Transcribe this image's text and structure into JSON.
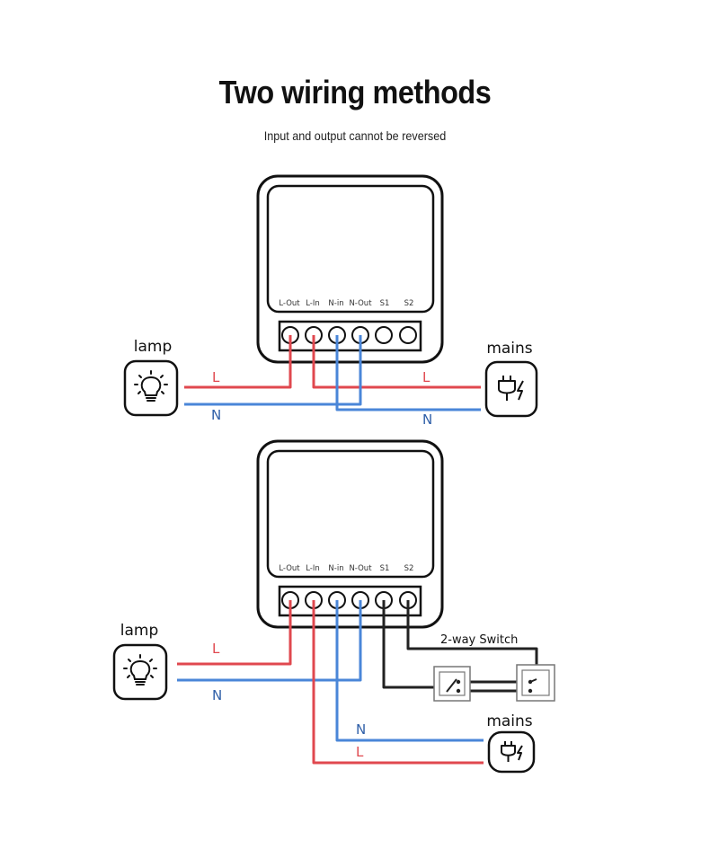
{
  "title": "Two wiring methods",
  "subtitle": "Input and output cannot be reversed",
  "terminals": [
    "L-Out",
    "L-In",
    "N-in",
    "N-Out",
    "S1",
    "S2"
  ],
  "diagram1": {
    "lamp_label": "lamp",
    "mains_label": "mains",
    "lamp_L": "L",
    "lamp_N": "N",
    "mains_L": "L",
    "mains_N": "N"
  },
  "diagram2": {
    "lamp_label": "lamp",
    "mains_label": "mains",
    "switch_label": "2-way Switch",
    "lamp_L": "L",
    "lamp_N": "N",
    "mains_L": "L",
    "mains_N": "N"
  },
  "colors": {
    "live": "#e0484f",
    "neutral": "#4a86d8",
    "switch_wire": "#222222",
    "outline": "#111111"
  },
  "icons": {
    "lamp": "lightbulb-icon",
    "mains": "plug-bolt-icon"
  }
}
